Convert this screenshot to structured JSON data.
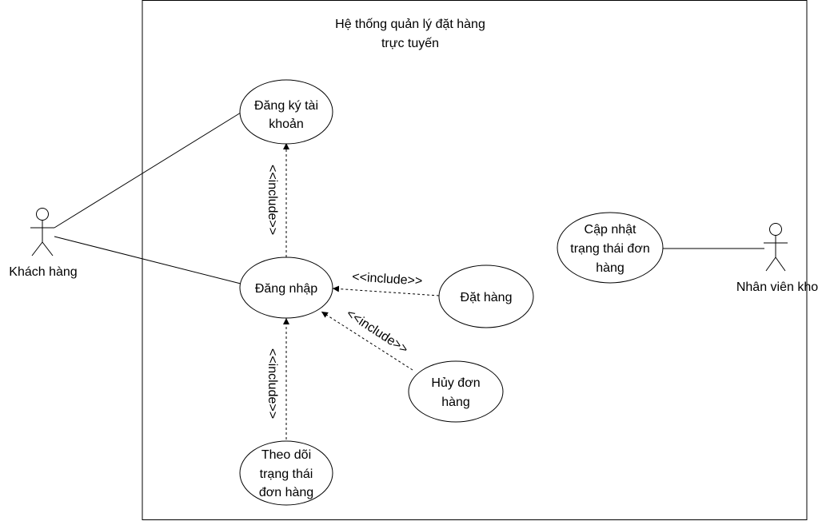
{
  "system": {
    "title_line1": "Hệ thống quản lý đặt hàng",
    "title_line2": "trực tuyến"
  },
  "actors": {
    "customer": "Khách hàng",
    "warehouse_staff": "Nhân viên kho"
  },
  "use_cases": {
    "register": [
      "Đăng ký tài",
      "khoản"
    ],
    "login": [
      "Đăng nhập"
    ],
    "order": [
      "Đặt hàng"
    ],
    "cancel_order": [
      "Hủy đơn",
      "hàng"
    ],
    "track_order": [
      "Theo dõi",
      "trạng thái",
      "đơn hàng"
    ],
    "update_status": [
      "Cập nhật",
      "trạng thái đơn",
      "hàng"
    ]
  },
  "relations": {
    "include_label": "<<include>>"
  },
  "colors": {
    "stroke": "#000000",
    "background": "#ffffff"
  }
}
